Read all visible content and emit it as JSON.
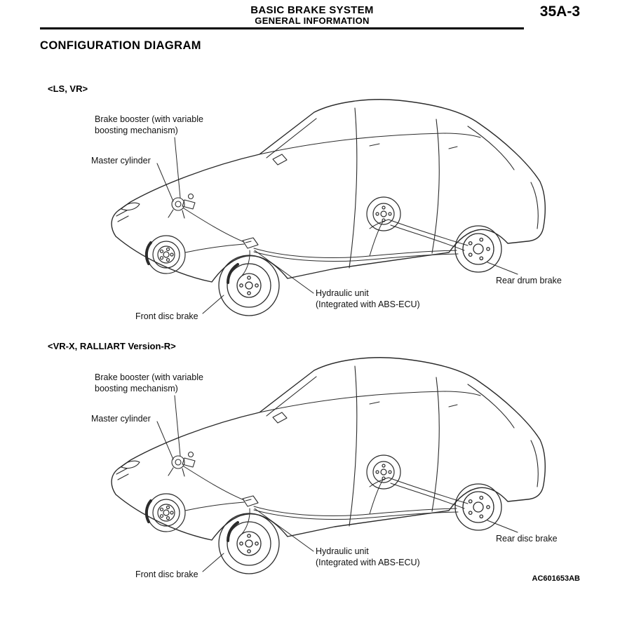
{
  "header": {
    "title": "BASIC BRAKE SYSTEM",
    "subtitle": "GENERAL INFORMATION",
    "page_number": "35A-3"
  },
  "page_title": "CONFIGURATION DIAGRAM",
  "figure_code": "AC601653AB",
  "sections": [
    {
      "variant": "<LS, VR>",
      "labels": {
        "brake_booster": "Brake booster (with variable boosting mechanism)",
        "master_cylinder": "Master cylinder",
        "front_brake": "Front disc brake",
        "hydraulic_unit_line1": "Hydraulic unit",
        "hydraulic_unit_line2": "(Integrated with ABS-ECU)",
        "rear_brake": "Rear drum brake"
      }
    },
    {
      "variant": "<VR-X, RALLIART Version-R>",
      "labels": {
        "brake_booster": "Brake booster (with variable boosting mechanism)",
        "master_cylinder": "Master cylinder",
        "front_brake": "Front disc brake",
        "hydraulic_unit_line1": "Hydraulic unit",
        "hydraulic_unit_line2": "(Integrated with ABS-ECU)",
        "rear_brake": "Rear disc brake"
      }
    }
  ]
}
